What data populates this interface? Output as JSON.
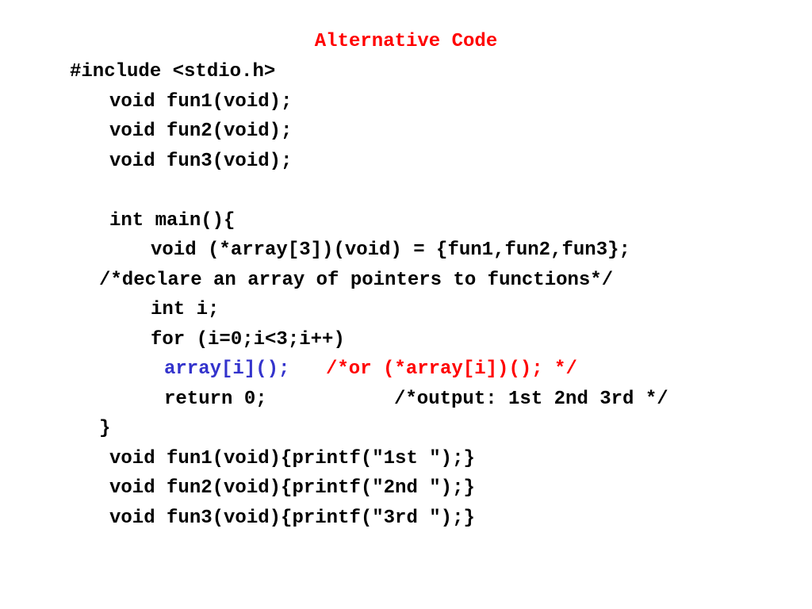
{
  "title": "Alternative Code",
  "lines": {
    "l0": "#include <stdio.h>",
    "l1": "void fun1(void);",
    "l2": "void fun2(void);",
    "l3": "void fun3(void);",
    "l4": "int main(){",
    "l5": "void (*array[3])(void) = {fun1,fun2,fun3};",
    "l6": "/*declare an array of pointers to functions*/",
    "l7": "int i;",
    "l8": "for (i=0;i<3;i++)",
    "l9a": "array[i]();",
    "l9b": "/*or (*array[i])(); */",
    "l10a": "return 0;",
    "l10b": "/*output: 1st 2nd 3rd */",
    "l11": "}",
    "l12": "void fun1(void){printf(\"1st \");}",
    "l13": "void fun2(void){printf(\"2nd \");}",
    "l14": "void fun3(void){printf(\"3rd \");}"
  },
  "colors": {
    "title": "#ff0000",
    "code": "#000000",
    "highlight_call": "#3333cc",
    "comment_alt": "#ff0000"
  }
}
